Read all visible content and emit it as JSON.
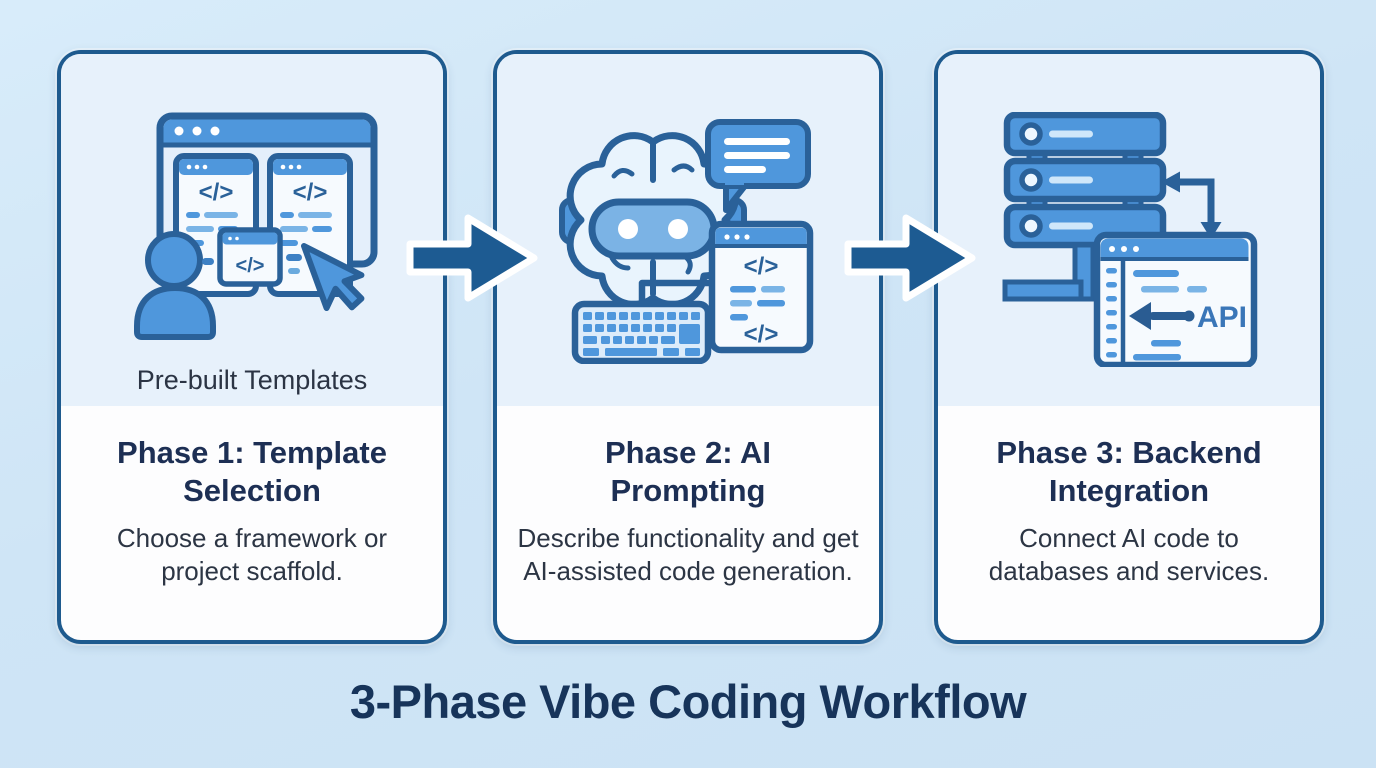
{
  "title": "3-Phase Vibe Coding Workflow",
  "glyphs": {
    "code": "</>"
  },
  "colors": {
    "background": "#cfe5f6",
    "card_border": "#1e5a8e",
    "card_top_bg": "#e7f1fb",
    "card_bottom_bg": "#fdfdfe",
    "accent_blue": "#4f97dc",
    "dark_blue": "#2a6199",
    "arrow_blue": "#1d5b92",
    "heading_color": "#1d2f54",
    "body_color": "#2c3544",
    "title_color": "#17345a",
    "api_label_color": "#3a76b8"
  },
  "phases": [
    {
      "heading": "Phase 1: Template Selection",
      "description": "Choose a framework or project scaffold.",
      "caption": "Pre-built Templates",
      "icon": "template-selection-icon"
    },
    {
      "heading": "Phase 2: AI Prompting",
      "description": "Describe functionality and get AI-assisted code generation.",
      "icon": "ai-prompting-icon"
    },
    {
      "heading": "Phase 3: Backend Integration",
      "description": "Connect AI code to databases and services.",
      "icon": "backend-integration-icon",
      "icon_label": "API"
    }
  ]
}
